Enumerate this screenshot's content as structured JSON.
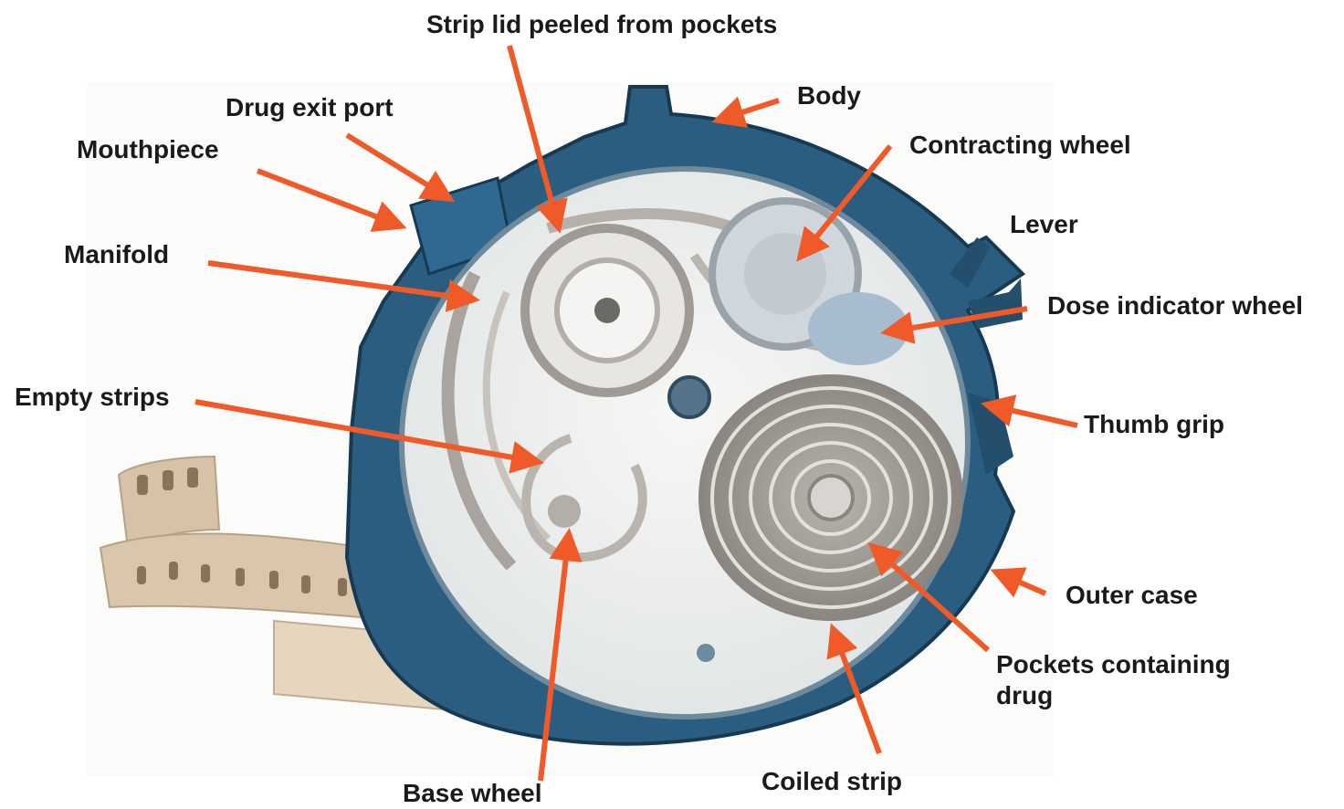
{
  "labels": {
    "strip_lid": "Strip lid peeled from pockets",
    "body": "Body",
    "drug_exit_port": "Drug exit port",
    "mouthpiece": "Mouthpiece",
    "contracting_wheel": "Contracting wheel",
    "lever": "Lever",
    "manifold": "Manifold",
    "dose_indicator_wheel": "Dose indicator wheel",
    "empty_strips": "Empty strips",
    "thumb_grip": "Thumb grip",
    "outer_case": "Outer case",
    "pockets_containing_drug_line1": "Pockets containing",
    "pockets_containing_drug_line2": "drug",
    "base_wheel": "Base wheel",
    "coiled_strip": "Coiled strip"
  },
  "colors": {
    "arrow": "#f05a28",
    "label_text": "#1a1a1a",
    "case": "#2a5d80",
    "case_dark": "#1c435f",
    "interior": "#f1f2ef",
    "strip_tan": "#d9c6ad"
  }
}
